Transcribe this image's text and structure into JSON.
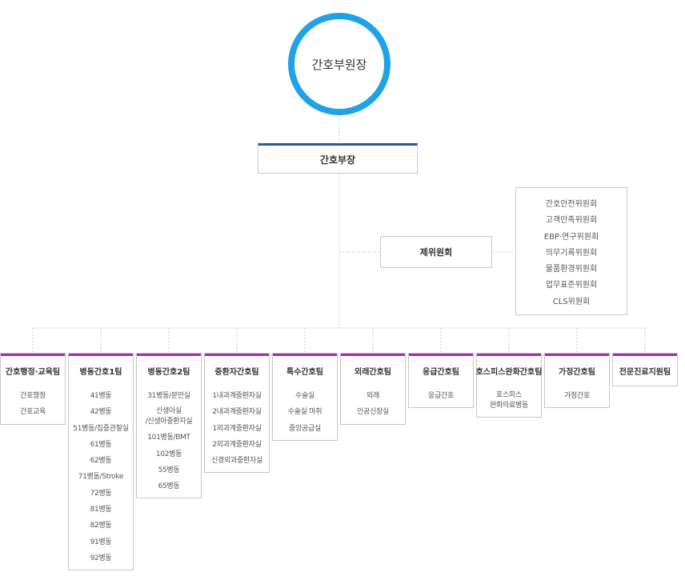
{
  "top": {
    "title": "간호부원장"
  },
  "head": {
    "title": "간호부장"
  },
  "committee": {
    "title": "제위원회",
    "items": [
      "간호안전위원회",
      "고객만족위원회",
      "EBP·연구위원회",
      "의무기록위원회",
      "물품환경위원회",
      "업무표준위원회",
      "CLS위원회"
    ]
  },
  "teams": [
    {
      "title": "간호행정·교육팀",
      "items": [
        "간호행정",
        "간호교육"
      ]
    },
    {
      "title": "병동간호1팀",
      "items": [
        "41병동",
        "42병동",
        "51병동/집중관찰실",
        "61병동",
        "62병동",
        "71병동/Stroke",
        "72병동",
        "81병동",
        "82병동",
        "91병동",
        "92병동"
      ]
    },
    {
      "title": "병동간호2팀",
      "items": [
        "31병동/분만실",
        "신생아실\n/신생아중환자실",
        "101병동/BMT",
        "102병동",
        "55병동",
        "65병동"
      ]
    },
    {
      "title": "중환자간호팀",
      "items": [
        "1내과계중환자실",
        "2내과계중환자실",
        "1외과계중환자실",
        "2외과계중환자실",
        "신경외과중환자실"
      ]
    },
    {
      "title": "특수간호팀",
      "items": [
        "수술실",
        "수술실 마취",
        "중앙공급실"
      ]
    },
    {
      "title": "외래간호팀",
      "items": [
        "외래",
        "인공신장실"
      ]
    },
    {
      "title": "응급간호팀",
      "items": [
        "응급간호"
      ]
    },
    {
      "title": "호스피스완화간호팀",
      "items": [
        "호스피스\n완화의료병동"
      ]
    },
    {
      "title": "가정간호팀",
      "items": [
        "가정간호"
      ]
    },
    {
      "title": "전문진료지원팀",
      "items": []
    }
  ],
  "colors": {
    "circle": "#1fa2e8",
    "head_bar": "#2a56a6",
    "team_bar": "#a12fa8",
    "line": "#cccccc"
  }
}
